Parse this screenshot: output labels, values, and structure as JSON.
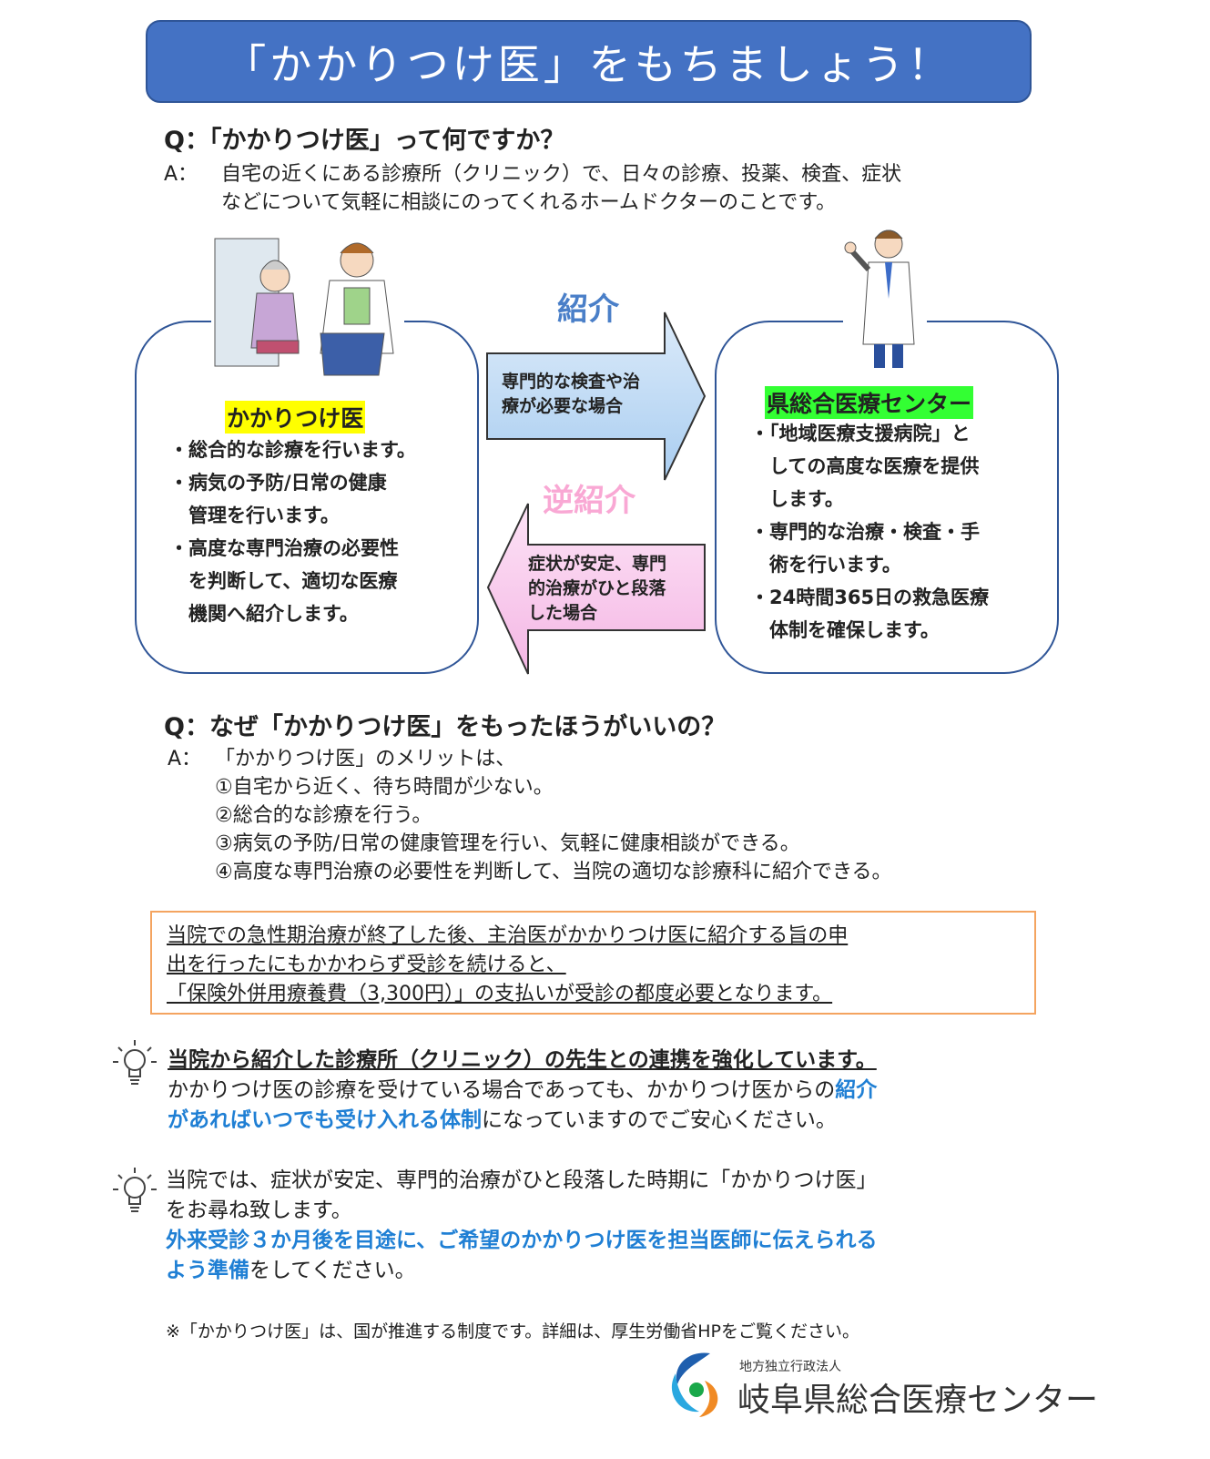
{
  "title": "「かかりつけ医」をもちましょう！",
  "q1": {
    "question": "Q：「かかりつけ医」って何ですか？",
    "answer_label": "A：",
    "answer_lines": [
      "自宅の近くにある診療所（クリニック）で、日々の診療、投薬、検査、症状",
      "などについて気軽に相談にのってくれるホームドクターのことです。"
    ]
  },
  "diagram": {
    "left": {
      "label": "かかりつけ医",
      "bullets": [
        "・総合的な診療を行います。",
        "・病気の予防/日常の健康",
        "　管理を行います。",
        "・高度な専門治療の必要性",
        "　を判断して、適切な医療",
        "　機関へ紹介します。"
      ]
    },
    "right": {
      "label": "県総合医療センター",
      "bullets": [
        "・「地域医療支援病院」と",
        "　しての高度な医療を提供",
        "　します。",
        "・専門的な治療・検査・手",
        "　術を行います。",
        "・24時間365日の救急医療",
        "　体制を確保します。"
      ]
    },
    "referral": {
      "label": "紹介",
      "lines": [
        "専門的な検査や治",
        "療が必要な場合"
      ]
    },
    "reverse_referral": {
      "label": "逆紹介",
      "lines": [
        "症状が安定、専門",
        "的治療がひと段落",
        "した場合"
      ]
    }
  },
  "q2": {
    "question": "Q：なぜ「かかりつけ医」をもったほうがいいの？",
    "answer_label": "A：",
    "answer_lines": [
      "「かかりつけ医」のメリットは、",
      "①自宅から近く、待ち時間が少ない。",
      "②総合的な診療を行う。",
      "③病気の予防/日常の健康管理を行い、気軽に健康相談ができる。",
      "④高度な専門治療の必要性を判断して、当院の適切な診療科に紹介できる。"
    ]
  },
  "notice": [
    "当院での急性期治療が終了した後、主治医がかかりつけ医に紹介する旨の申",
    "出を行ったにもかかわらず受診を続けると、",
    "「保険外併用療養費（3,300円）」の支払いが受診の都度必要となります。"
  ],
  "tip1": {
    "heading": "当院から紹介した診療所（クリニック）の先生との連携を強化しています。",
    "line2_a": "かかりつけ医の診療を受けている場合であっても、かかりつけ医からの",
    "line2_b": "紹介",
    "line3_a": "があればいつでも受け入れる体制",
    "line3_b": "になっていますのでご安心ください。"
  },
  "tip2": {
    "line1": "当院では、症状が安定、専門的治療がひと段落した時期に「かかりつけ医」",
    "line2": "をお尋ね致します。",
    "line3": "外来受診３か月後を目途に、ご希望のかかりつけ医を担当医師に伝えられる",
    "line4_a": "よう準備",
    "line4_b": "をしてください。"
  },
  "footnote": "※「かかりつけ医」は、国が推進する制度です。詳細は、厚生労働省HPをご覧ください。",
  "logo": {
    "subtitle": "地方独立行政法人",
    "name": "岐阜県総合医療センター"
  },
  "colors": {
    "title_bg": "#4472c4",
    "referral": "#4a7fc8",
    "reverse": "#f9a8d4",
    "left_label_bg": "#ffff00",
    "right_label_bg": "#33ff33",
    "notice_border": "#f4a460",
    "highlight_blue": "#1f7fd4"
  }
}
